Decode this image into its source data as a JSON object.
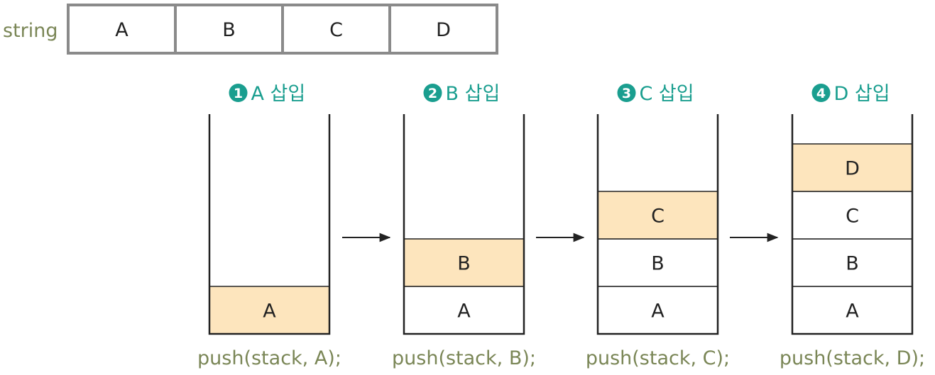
{
  "string_array": {
    "label": "string",
    "cells": [
      "A",
      "B",
      "C",
      "D"
    ]
  },
  "steps": [
    {
      "number": "1",
      "title": "A 삽입",
      "items": [
        "A"
      ],
      "code": "push(stack, A);"
    },
    {
      "number": "2",
      "title": "B 삽입",
      "items": [
        "A",
        "B"
      ],
      "code": "push(stack, B);"
    },
    {
      "number": "3",
      "title": "C 삽입",
      "items": [
        "A",
        "B",
        "C"
      ],
      "code": "push(stack, C);"
    },
    {
      "number": "4",
      "title": "D 삽입",
      "items": [
        "A",
        "B",
        "C",
        "D"
      ],
      "code": "push(stack, D);"
    }
  ],
  "colors": {
    "teal": "#1a9e8f",
    "highlight": "#fde5bd",
    "code_text": "#7a8656",
    "label_text": "#7a8656",
    "stack_border": "#222222",
    "array_border": "#8a8a8a",
    "arrow": "#222222"
  }
}
